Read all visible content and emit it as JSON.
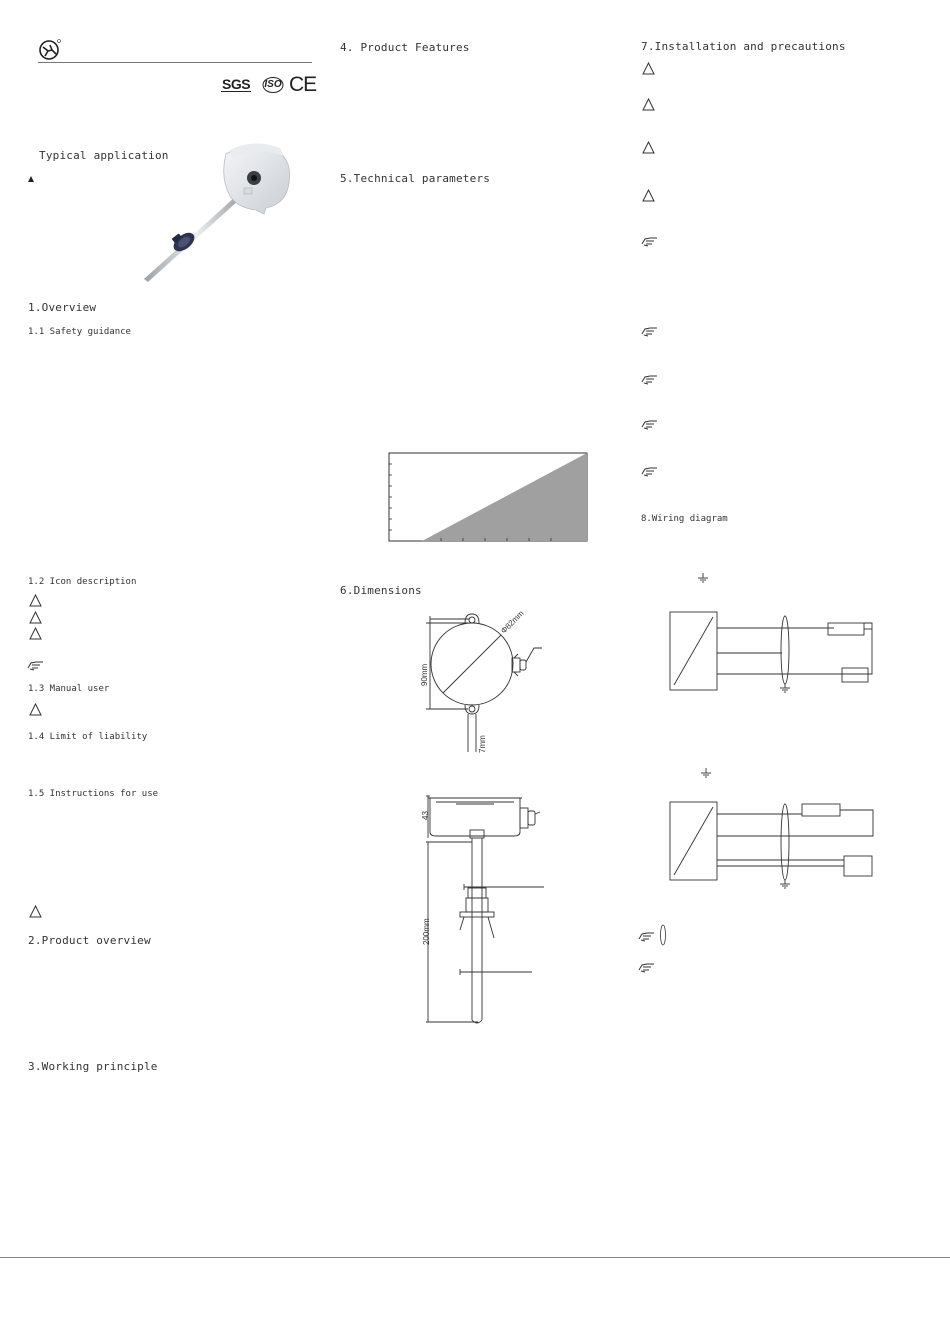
{
  "col1": {
    "typical_application": "Typical application",
    "overview": "1.Overview",
    "safety_guidance": "1.1 Safety guidance",
    "icon_description": "1.2 Icon description",
    "manual_user": "1.3 Manual user",
    "limit_of_liability": "1.4 Limit of liability",
    "instructions_for_use": "1.5 Instructions for use",
    "product_overview": "2.Product overview",
    "working_principle": "3.Working principle"
  },
  "col2": {
    "product_features": "4. Product Features",
    "technical_parameters": "5.Technical parameters",
    "dimensions": "6.Dimensions"
  },
  "col3": {
    "installation": "7.Installation and precautions",
    "wiring_diagram": "8.Wiring diagram"
  },
  "dims": {
    "diameter": "Φ82mm",
    "height": "90mm",
    "mount": "7mm",
    "head_height": "43",
    "probe_length": "200mm"
  },
  "cert": {
    "sgs": "SGS",
    "iso": "ISO",
    "ce": "CE"
  },
  "colors": {
    "chart_fill": "#a0a0a0",
    "line": "#333333",
    "rule": "#888888"
  },
  "chart_data": {
    "type": "area",
    "x": [
      0,
      1
    ],
    "values": [
      0,
      1
    ],
    "title": "",
    "xlabel": "",
    "ylabel": "",
    "grid": false
  }
}
